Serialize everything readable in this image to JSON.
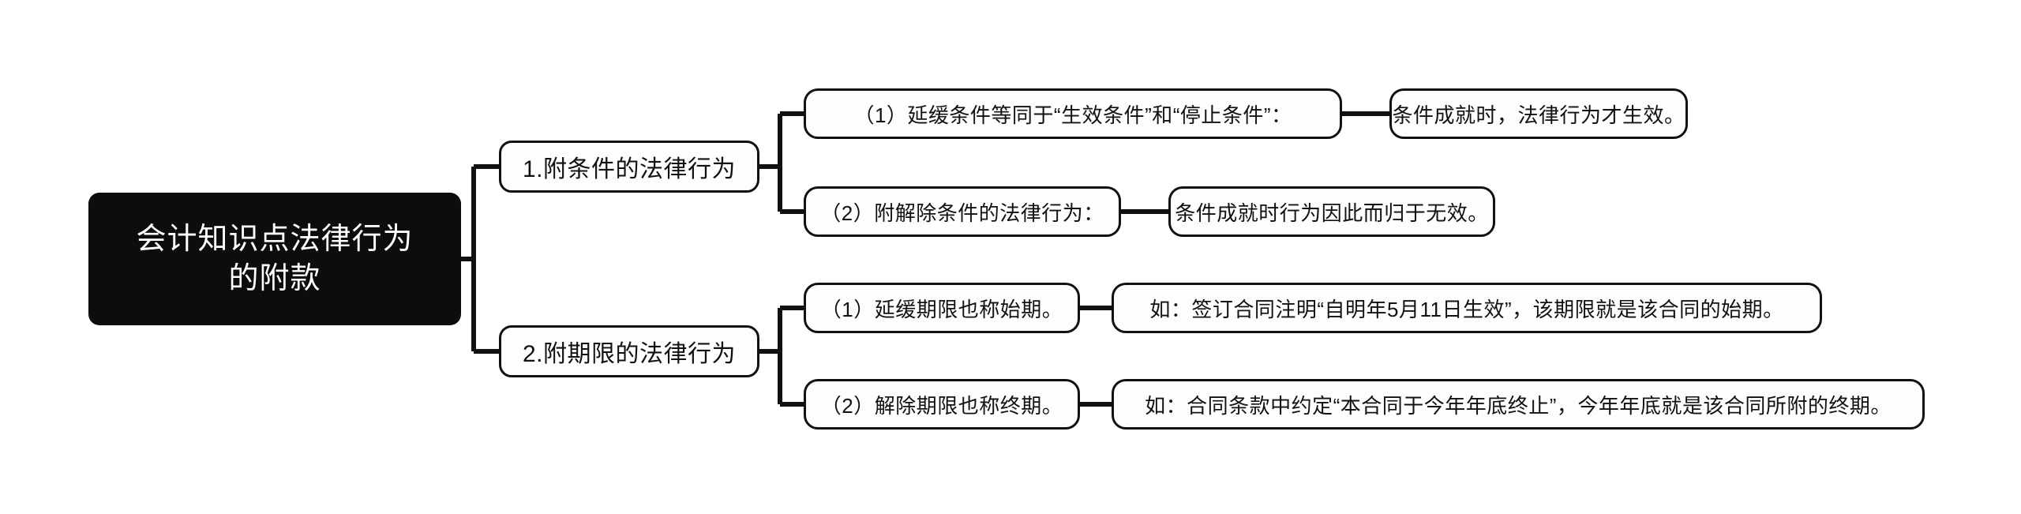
{
  "diagram": {
    "type": "mind-map",
    "orientation": "left-to-right",
    "background_color": "#ffffff",
    "line_color": "#111111",
    "root": {
      "label_line1": "会计知识点法律行为",
      "label_line2": "的附款",
      "fill_color": "#0d0d0d",
      "text_color": "#ffffff"
    },
    "branches": [
      {
        "label": "1.附条件的法律行为",
        "children": [
          {
            "label": "（1）延缓条件等同于“生效条件”和“停止条件”：",
            "detail": "条件成就时，法律行为才生效。"
          },
          {
            "label": "（2）附解除条件的法律行为：",
            "detail": "条件成就时行为因此而归于无效。"
          }
        ]
      },
      {
        "label": "2.附期限的法律行为",
        "children": [
          {
            "label": "（1）延缓期限也称始期。",
            "detail": "如：签订合同注明“自明年5月11日生效”，该期限就是该合同的始期。"
          },
          {
            "label": "（2）解除期限也称终期。",
            "detail": "如：合同条款中约定“本合同于今年年底终止”，今年年底就是该合同所附的终期。"
          }
        ]
      }
    ]
  }
}
